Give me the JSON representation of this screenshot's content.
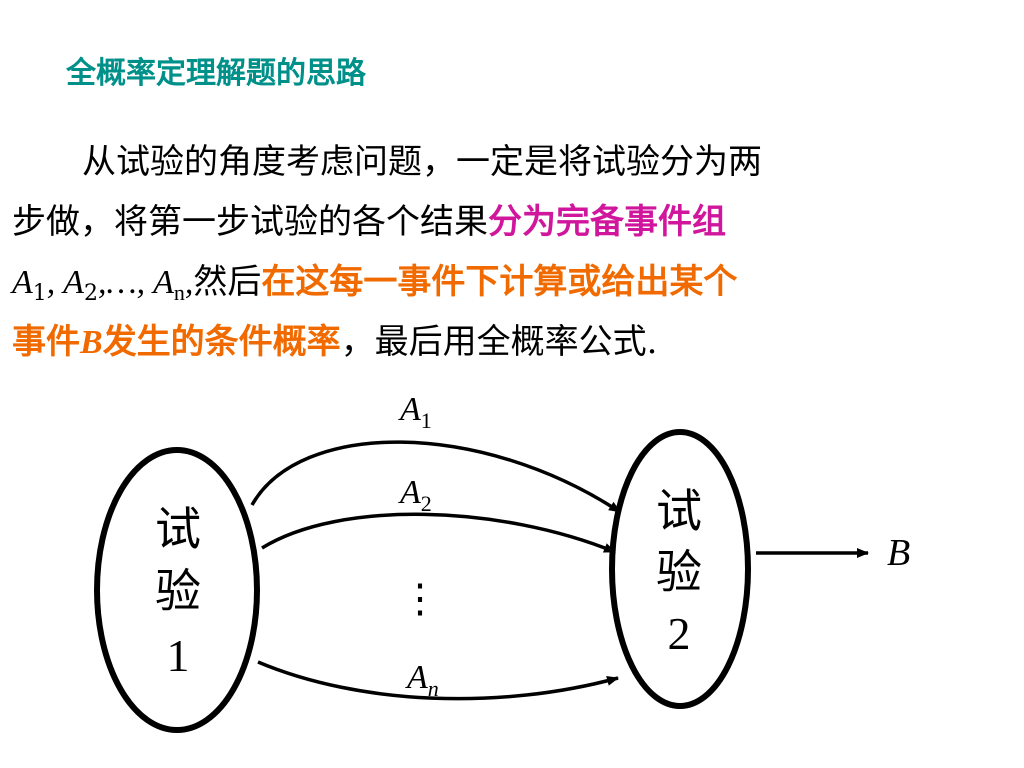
{
  "title": "全概率定理解题的思路",
  "paragraph": {
    "line1": "从试验的角度考虑问题，一定是将试验分为两",
    "line2_plain": "步做，将第一步试验的各个结果",
    "line2_highlight": "分为完备事件组",
    "line3_events": {
      "a1": "A",
      "s1": "1",
      "comma1": ", ",
      "a2": "A",
      "s2": "2",
      "comma2": ",…, ",
      "an": "A",
      "sn": "n",
      "comma3": ","
    },
    "line3_plain": "然后",
    "line3_highlight": "在这每一事件下计算或给出某个",
    "line4_highlight_a": "事件",
    "line4_highlight_b": "B",
    "line4_highlight_c": "发生的条件概率",
    "line4_plain": "，最后用全概率公式."
  },
  "diagram": {
    "node1": {
      "line1": "试",
      "line2": "验",
      "line3": "1"
    },
    "node2": {
      "line1": "试",
      "line2": "验",
      "line3": "2"
    },
    "edges": [
      {
        "letter": "A",
        "sub": "1"
      },
      {
        "letter": "A",
        "sub": "2"
      },
      {
        "letter": "A",
        "sub": "n"
      }
    ],
    "ellipsis": "⋮",
    "outcome": "B"
  },
  "colors": {
    "title": "#00908a",
    "highlight_magenta": "#d0169c",
    "highlight_orange": "#f06a00"
  }
}
